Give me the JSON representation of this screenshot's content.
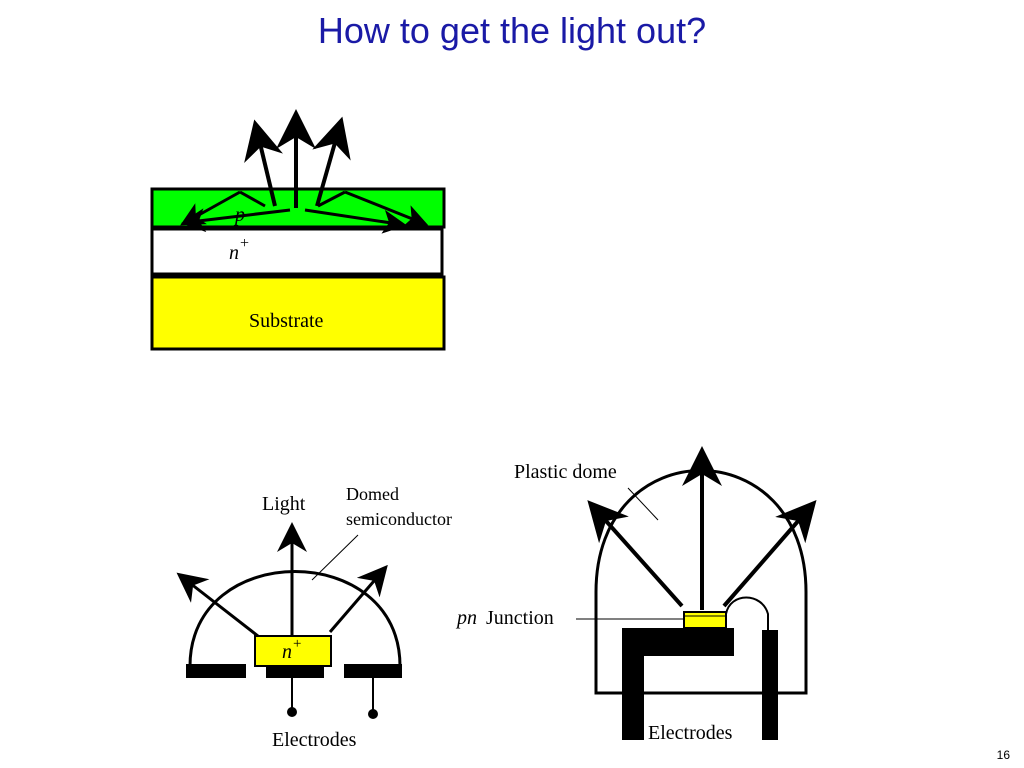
{
  "slide": {
    "title": "How to get the light out?",
    "page_number": "16"
  },
  "colors": {
    "title": "#1a1aa6",
    "p_layer": "#00ff00",
    "substrate": "#ffff00",
    "junction": "#ffff00",
    "outline": "#000000"
  },
  "diagram_layers": {
    "p_label": "p",
    "n_label": "n",
    "n_superscript": "+",
    "substrate_label": "Substrate"
  },
  "diagram_domed": {
    "light_label": "Light",
    "domed_label_line1": "Domed",
    "domed_label_line2": "semiconductor",
    "n_label": "n",
    "n_superscript": "+",
    "electrodes_label": "Electrodes"
  },
  "diagram_plastic": {
    "dome_label": "Plastic dome",
    "pn_label": "pn",
    "junction_label": "Junction",
    "electrodes_label": "Electrodes"
  }
}
